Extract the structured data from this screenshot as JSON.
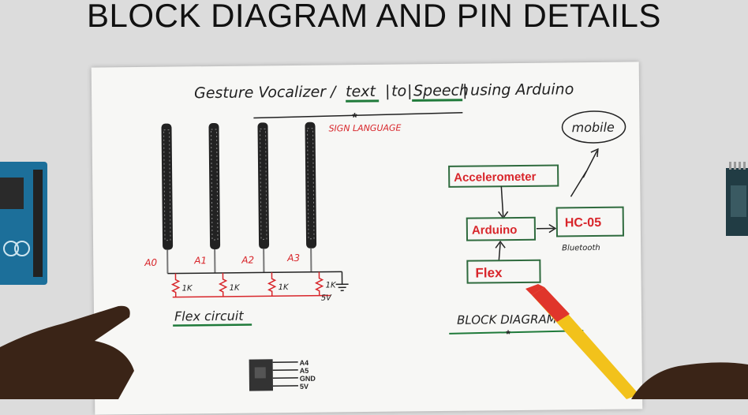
{
  "video_title": "BLOCK DIAGRAM AND PIN DETAILS",
  "sheet": {
    "heading_prefix": "Gesture Vocalizer /",
    "heading_text": "text",
    "heading_to": "to",
    "heading_speech": "Speech",
    "heading_suffix": "using Arduino",
    "subheading": "SIGN LANGUAGE"
  },
  "flex_circuit": {
    "pins": [
      "A0",
      "A1",
      "A2",
      "A3"
    ],
    "resistors": [
      "1K",
      "1K",
      "1K",
      "1K"
    ],
    "supply_label": "5V",
    "caption": "Flex circuit"
  },
  "block_diagram": {
    "accelerometer": "Accelerometer",
    "arduino": "Arduino",
    "flex": "Flex",
    "bt_module": "HC-05",
    "bt_caption": "Bluetooth",
    "mobile": "mobile",
    "caption": "BLOCK DIAGRAM"
  },
  "sensor_board": {
    "pins": [
      "A4",
      "A5",
      "GND",
      "5V"
    ]
  },
  "colors": {
    "accent_red": "#d8262b",
    "box_green": "#2f6b3e",
    "pen_black": "#1a1a1a",
    "pencil_yellow": "#f2c21b"
  }
}
